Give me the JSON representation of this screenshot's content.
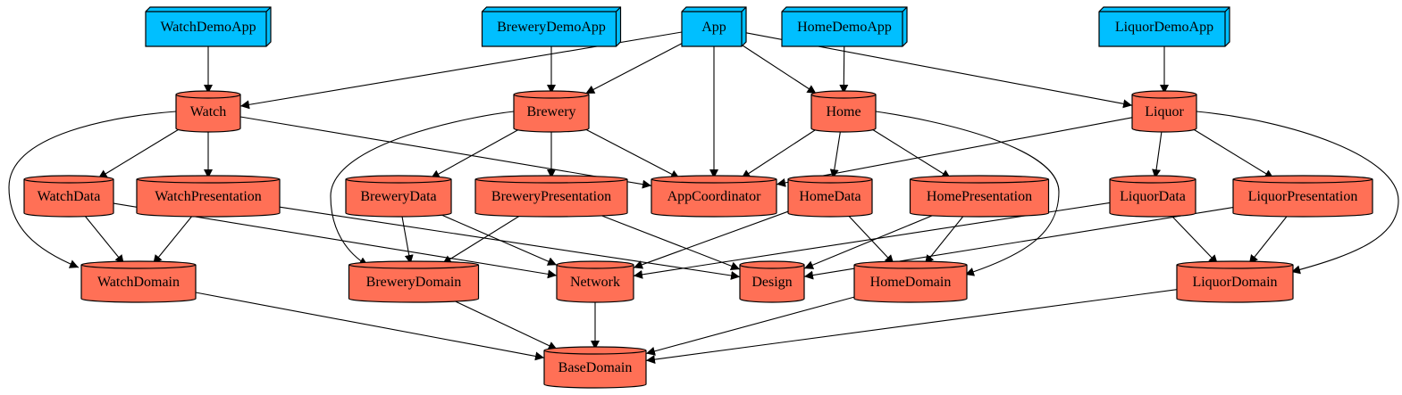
{
  "colors": {
    "app": "#00bfff",
    "module": "#ff7056",
    "stroke": "#000000",
    "background": "#ffffff"
  },
  "nodes": {
    "watch_demo_app": {
      "label": "WatchDemoApp",
      "kind": "app"
    },
    "brewery_demo_app": {
      "label": "BreweryDemoApp",
      "kind": "app"
    },
    "app": {
      "label": "App",
      "kind": "app"
    },
    "home_demo_app": {
      "label": "HomeDemoApp",
      "kind": "app"
    },
    "liquor_demo_app": {
      "label": "LiquorDemoApp",
      "kind": "app"
    },
    "watch": {
      "label": "Watch",
      "kind": "module"
    },
    "brewery": {
      "label": "Brewery",
      "kind": "module"
    },
    "home": {
      "label": "Home",
      "kind": "module"
    },
    "liquor": {
      "label": "Liquor",
      "kind": "module"
    },
    "watch_data": {
      "label": "WatchData",
      "kind": "module"
    },
    "watch_presentation": {
      "label": "WatchPresentation",
      "kind": "module"
    },
    "brewery_data": {
      "label": "BreweryData",
      "kind": "module"
    },
    "brewery_presentation": {
      "label": "BreweryPresentation",
      "kind": "module"
    },
    "app_coordinator": {
      "label": "AppCoordinator",
      "kind": "module"
    },
    "home_data": {
      "label": "HomeData",
      "kind": "module"
    },
    "home_presentation": {
      "label": "HomePresentation",
      "kind": "module"
    },
    "liquor_data": {
      "label": "LiquorData",
      "kind": "module"
    },
    "liquor_presentation": {
      "label": "LiquorPresentation",
      "kind": "module"
    },
    "watch_domain": {
      "label": "WatchDomain",
      "kind": "module"
    },
    "brewery_domain": {
      "label": "BreweryDomain",
      "kind": "module"
    },
    "network": {
      "label": "Network",
      "kind": "module"
    },
    "design": {
      "label": "Design",
      "kind": "module"
    },
    "home_domain": {
      "label": "HomeDomain",
      "kind": "module"
    },
    "liquor_domain": {
      "label": "LiquorDomain",
      "kind": "module"
    },
    "base_domain": {
      "label": "BaseDomain",
      "kind": "module"
    }
  },
  "edges": [
    [
      "watch_demo_app",
      "watch"
    ],
    [
      "brewery_demo_app",
      "brewery"
    ],
    [
      "home_demo_app",
      "home"
    ],
    [
      "liquor_demo_app",
      "liquor"
    ],
    [
      "app",
      "watch"
    ],
    [
      "app",
      "brewery"
    ],
    [
      "app",
      "app_coordinator"
    ],
    [
      "app",
      "home"
    ],
    [
      "app",
      "liquor"
    ],
    [
      "watch",
      "watch_data"
    ],
    [
      "watch",
      "watch_presentation"
    ],
    [
      "watch",
      "app_coordinator"
    ],
    [
      "watch",
      "watch_domain"
    ],
    [
      "brewery",
      "brewery_data"
    ],
    [
      "brewery",
      "brewery_presentation"
    ],
    [
      "brewery",
      "app_coordinator"
    ],
    [
      "brewery",
      "brewery_domain"
    ],
    [
      "home",
      "app_coordinator"
    ],
    [
      "home",
      "home_data"
    ],
    [
      "home",
      "home_presentation"
    ],
    [
      "home",
      "home_domain"
    ],
    [
      "liquor",
      "app_coordinator"
    ],
    [
      "liquor",
      "liquor_data"
    ],
    [
      "liquor",
      "liquor_presentation"
    ],
    [
      "liquor",
      "liquor_domain"
    ],
    [
      "watch_data",
      "watch_domain"
    ],
    [
      "watch_data",
      "network"
    ],
    [
      "watch_presentation",
      "watch_domain"
    ],
    [
      "watch_presentation",
      "design"
    ],
    [
      "brewery_data",
      "brewery_domain"
    ],
    [
      "brewery_data",
      "network"
    ],
    [
      "brewery_presentation",
      "brewery_domain"
    ],
    [
      "brewery_presentation",
      "design"
    ],
    [
      "home_data",
      "network"
    ],
    [
      "home_data",
      "home_domain"
    ],
    [
      "home_presentation",
      "design"
    ],
    [
      "home_presentation",
      "home_domain"
    ],
    [
      "liquor_data",
      "network"
    ],
    [
      "liquor_data",
      "liquor_domain"
    ],
    [
      "liquor_presentation",
      "design"
    ],
    [
      "liquor_presentation",
      "liquor_domain"
    ],
    [
      "watch_domain",
      "base_domain"
    ],
    [
      "brewery_domain",
      "base_domain"
    ],
    [
      "network",
      "base_domain"
    ],
    [
      "home_domain",
      "base_domain"
    ],
    [
      "liquor_domain",
      "base_domain"
    ]
  ]
}
